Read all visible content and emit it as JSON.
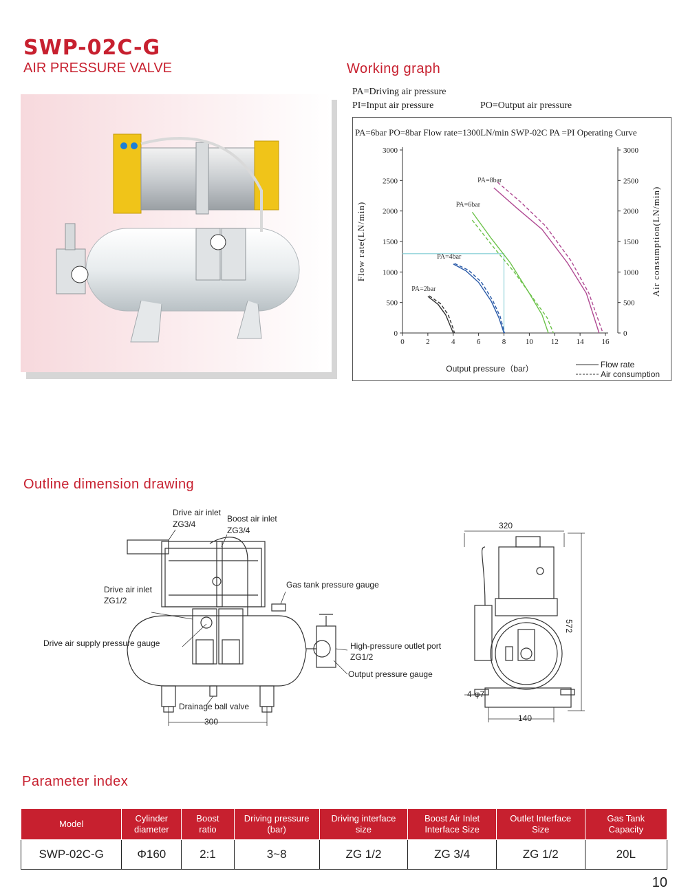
{
  "header": {
    "model": "SWP-02C-G",
    "subtitle": "AIR PRESSURE VALVE"
  },
  "working_graph": {
    "section_title": "Working graph",
    "legend_line1": "PA=Driving air pressure",
    "legend_line2": "PI=Input air pressure",
    "legend_line3": "PO=Output air pressure",
    "chart_title": "PA=6bar PO=8bar  Flow rate=1300LN/min SWP-02C PA =PI Operating Curve",
    "curve_labels": [
      "PA=2bar",
      "PA=4bar",
      "PA=6bar",
      "PA=8bar"
    ],
    "legend_flow": "Flow rate",
    "legend_air": "Air consumption"
  },
  "chart_data": {
    "type": "line",
    "title": "PA=6bar PO=8bar  Flow rate=1300LN/min SWP-02C PA =PI Operating Curve",
    "xlabel": "Output pressure（bar）",
    "ylabel": "Flow rate(LN/min)",
    "y2label": "Air consumption(LN/min)",
    "xlim": [
      0,
      16
    ],
    "ylim": [
      0,
      3000
    ],
    "x_ticks": [
      "0",
      "2",
      "4",
      "6",
      "8",
      "10",
      "12",
      "14",
      "16"
    ],
    "y_ticks": [
      "0",
      "500",
      "1000",
      "1500",
      "2000",
      "2500",
      "3000"
    ],
    "marker": {
      "x": 8,
      "y": 1300
    },
    "series": [
      {
        "name": "PA=2bar",
        "color": "#333333",
        "flow": [
          [
            2,
            600
          ],
          [
            2.8,
            470
          ],
          [
            3.4,
            300
          ],
          [
            3.8,
            100
          ],
          [
            4,
            0
          ]
        ],
        "air": [
          [
            2.1,
            610
          ],
          [
            3,
            480
          ],
          [
            3.6,
            300
          ],
          [
            3.95,
            100
          ],
          [
            4.1,
            0
          ]
        ]
      },
      {
        "name": "PA=4bar",
        "color": "#2a5aa8",
        "flow": [
          [
            4,
            1130
          ],
          [
            5,
            1020
          ],
          [
            6,
            830
          ],
          [
            7,
            520
          ],
          [
            7.6,
            250
          ],
          [
            8,
            0
          ]
        ],
        "air": [
          [
            4.1,
            1140
          ],
          [
            5.2,
            1030
          ],
          [
            6.2,
            840
          ],
          [
            7.1,
            540
          ],
          [
            7.7,
            270
          ],
          [
            8.05,
            0
          ]
        ]
      },
      {
        "name": "PA=6bar",
        "color": "#6cc24a",
        "flow": [
          [
            5.5,
            1980
          ],
          [
            7,
            1550
          ],
          [
            8.5,
            1150
          ],
          [
            10,
            650
          ],
          [
            11,
            300
          ],
          [
            11.5,
            0
          ]
        ],
        "air": [
          [
            5.5,
            1850
          ],
          [
            7.2,
            1400
          ],
          [
            8.8,
            1000
          ],
          [
            10.3,
            570
          ],
          [
            11.4,
            250
          ],
          [
            11.9,
            0
          ]
        ]
      },
      {
        "name": "PA=8bar",
        "color": "#b04a93",
        "flow": [
          [
            7.2,
            2380
          ],
          [
            9,
            2050
          ],
          [
            11,
            1700
          ],
          [
            13,
            1150
          ],
          [
            14.5,
            650
          ],
          [
            15.5,
            0
          ]
        ],
        "air": [
          [
            7.5,
            2470
          ],
          [
            9.3,
            2150
          ],
          [
            11.3,
            1750
          ],
          [
            13.3,
            1180
          ],
          [
            14.7,
            650
          ],
          [
            15.8,
            0
          ]
        ]
      }
    ],
    "legend": [
      "Flow rate",
      "Air consumption"
    ]
  },
  "outline": {
    "section_title": "Outline dimension drawing",
    "labels": {
      "drive_air_inlet_top": "Drive air inlet",
      "drive_inlet_top_size": "ZG3/4",
      "boost_air_inlet": "Boost air inlet",
      "boost_size": "ZG3/4",
      "gas_tank_gauge": "Gas tank pressure gauge",
      "drive_air_inlet_side": "Drive air inlet",
      "drive_side_size": "ZG1/2",
      "drive_supply_gauge": "Drive air supply pressure gauge",
      "hp_outlet": "High-pressure outlet port",
      "hp_size": "ZG1/2",
      "output_gauge": "Output pressure gauge",
      "drain_valve": "Drainage ball valve",
      "dim_300": "300",
      "dim_320": "320",
      "dim_572": "572",
      "dim_140": "140",
      "dim_holes": "4-φ7"
    }
  },
  "parameters": {
    "section_title": "Parameter index",
    "headers": [
      [
        "Model"
      ],
      [
        "Cylinder",
        "diameter"
      ],
      [
        "Boost",
        "ratio"
      ],
      [
        "Driving pressure",
        "(bar)"
      ],
      [
        "Driving interface",
        "size"
      ],
      [
        "Boost Air Inlet",
        "Interface Size"
      ],
      [
        "Outlet Interface",
        "Size"
      ],
      [
        "Gas Tank",
        "Capacity"
      ]
    ],
    "row": [
      "SWP-02C-G",
      "Φ160",
      "2:1",
      "3~8",
      "ZG 1/2",
      "ZG 3/4",
      "ZG 1/2",
      "20L"
    ]
  },
  "page_number": "10",
  "colors": {
    "brand_red": "#c7202f",
    "cylinder_yellow": "#f0c419",
    "tank_white": "#eef1f3"
  }
}
